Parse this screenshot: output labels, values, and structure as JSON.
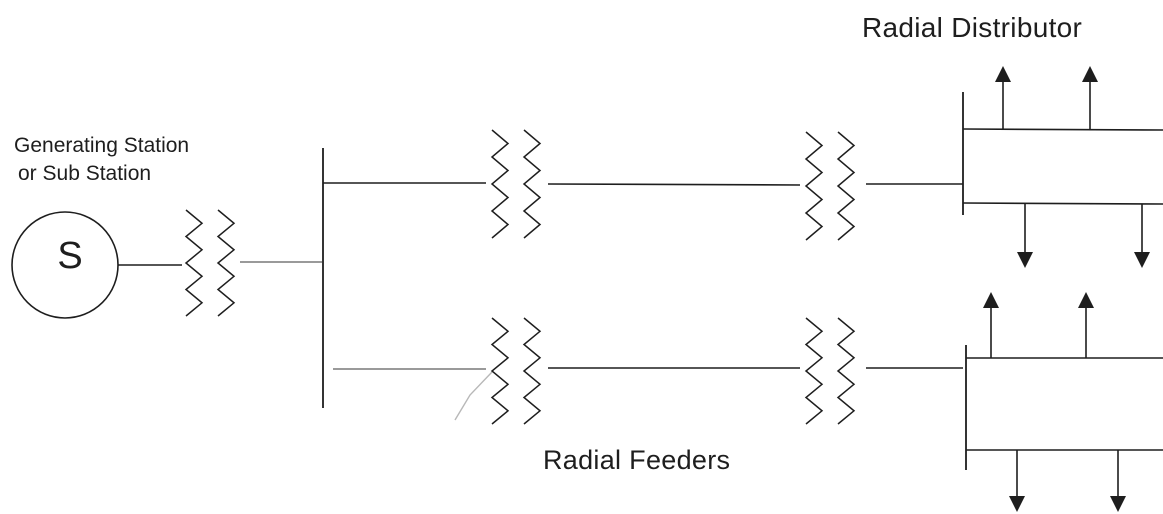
{
  "labels": {
    "generating_station_line1": "Generating Station",
    "generating_station_line2": "or Sub Station",
    "source_symbol": "S",
    "radial_distributor": "Radial Distributor",
    "radial_feeders": "Radial Feeders"
  },
  "colors": {
    "line": "#1e1e1e",
    "faint_line": "#9a9a9a",
    "background": "#ffffff"
  },
  "elements": {
    "source": "ac-generator-circle",
    "transformer": "coil-pair-icon",
    "load_arrow": "arrow-icon"
  }
}
